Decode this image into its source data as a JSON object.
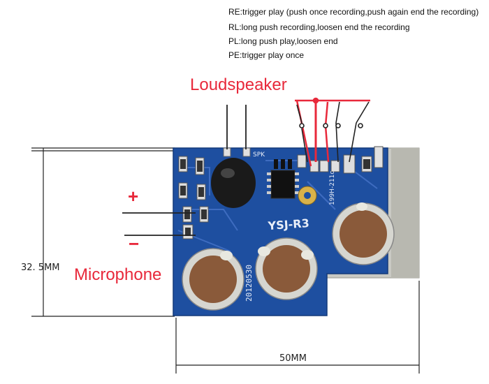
{
  "legend": [
    "RE:trigger play (push once recording,push again end the recording)",
    "RL:long push recording,loosen end the recording",
    "PL:long push play,loosen end",
    "PE:trigger play once"
  ],
  "labels": {
    "loudspeaker": "Loudspeaker",
    "microphone": "Microphone",
    "plus": "+",
    "minus": "−",
    "width_dim": "50MM",
    "height_dim": "32. 5MM"
  },
  "board_text": {
    "model": "YSJ-R3",
    "date": "20120530",
    "spk": "SPK",
    "code": "199H-211c"
  },
  "colors": {
    "accent_red": "#e8293b",
    "board_blue": "#1e4fa0",
    "pad_copper": "#8a5a3a",
    "metal": "#c9c9c3"
  }
}
